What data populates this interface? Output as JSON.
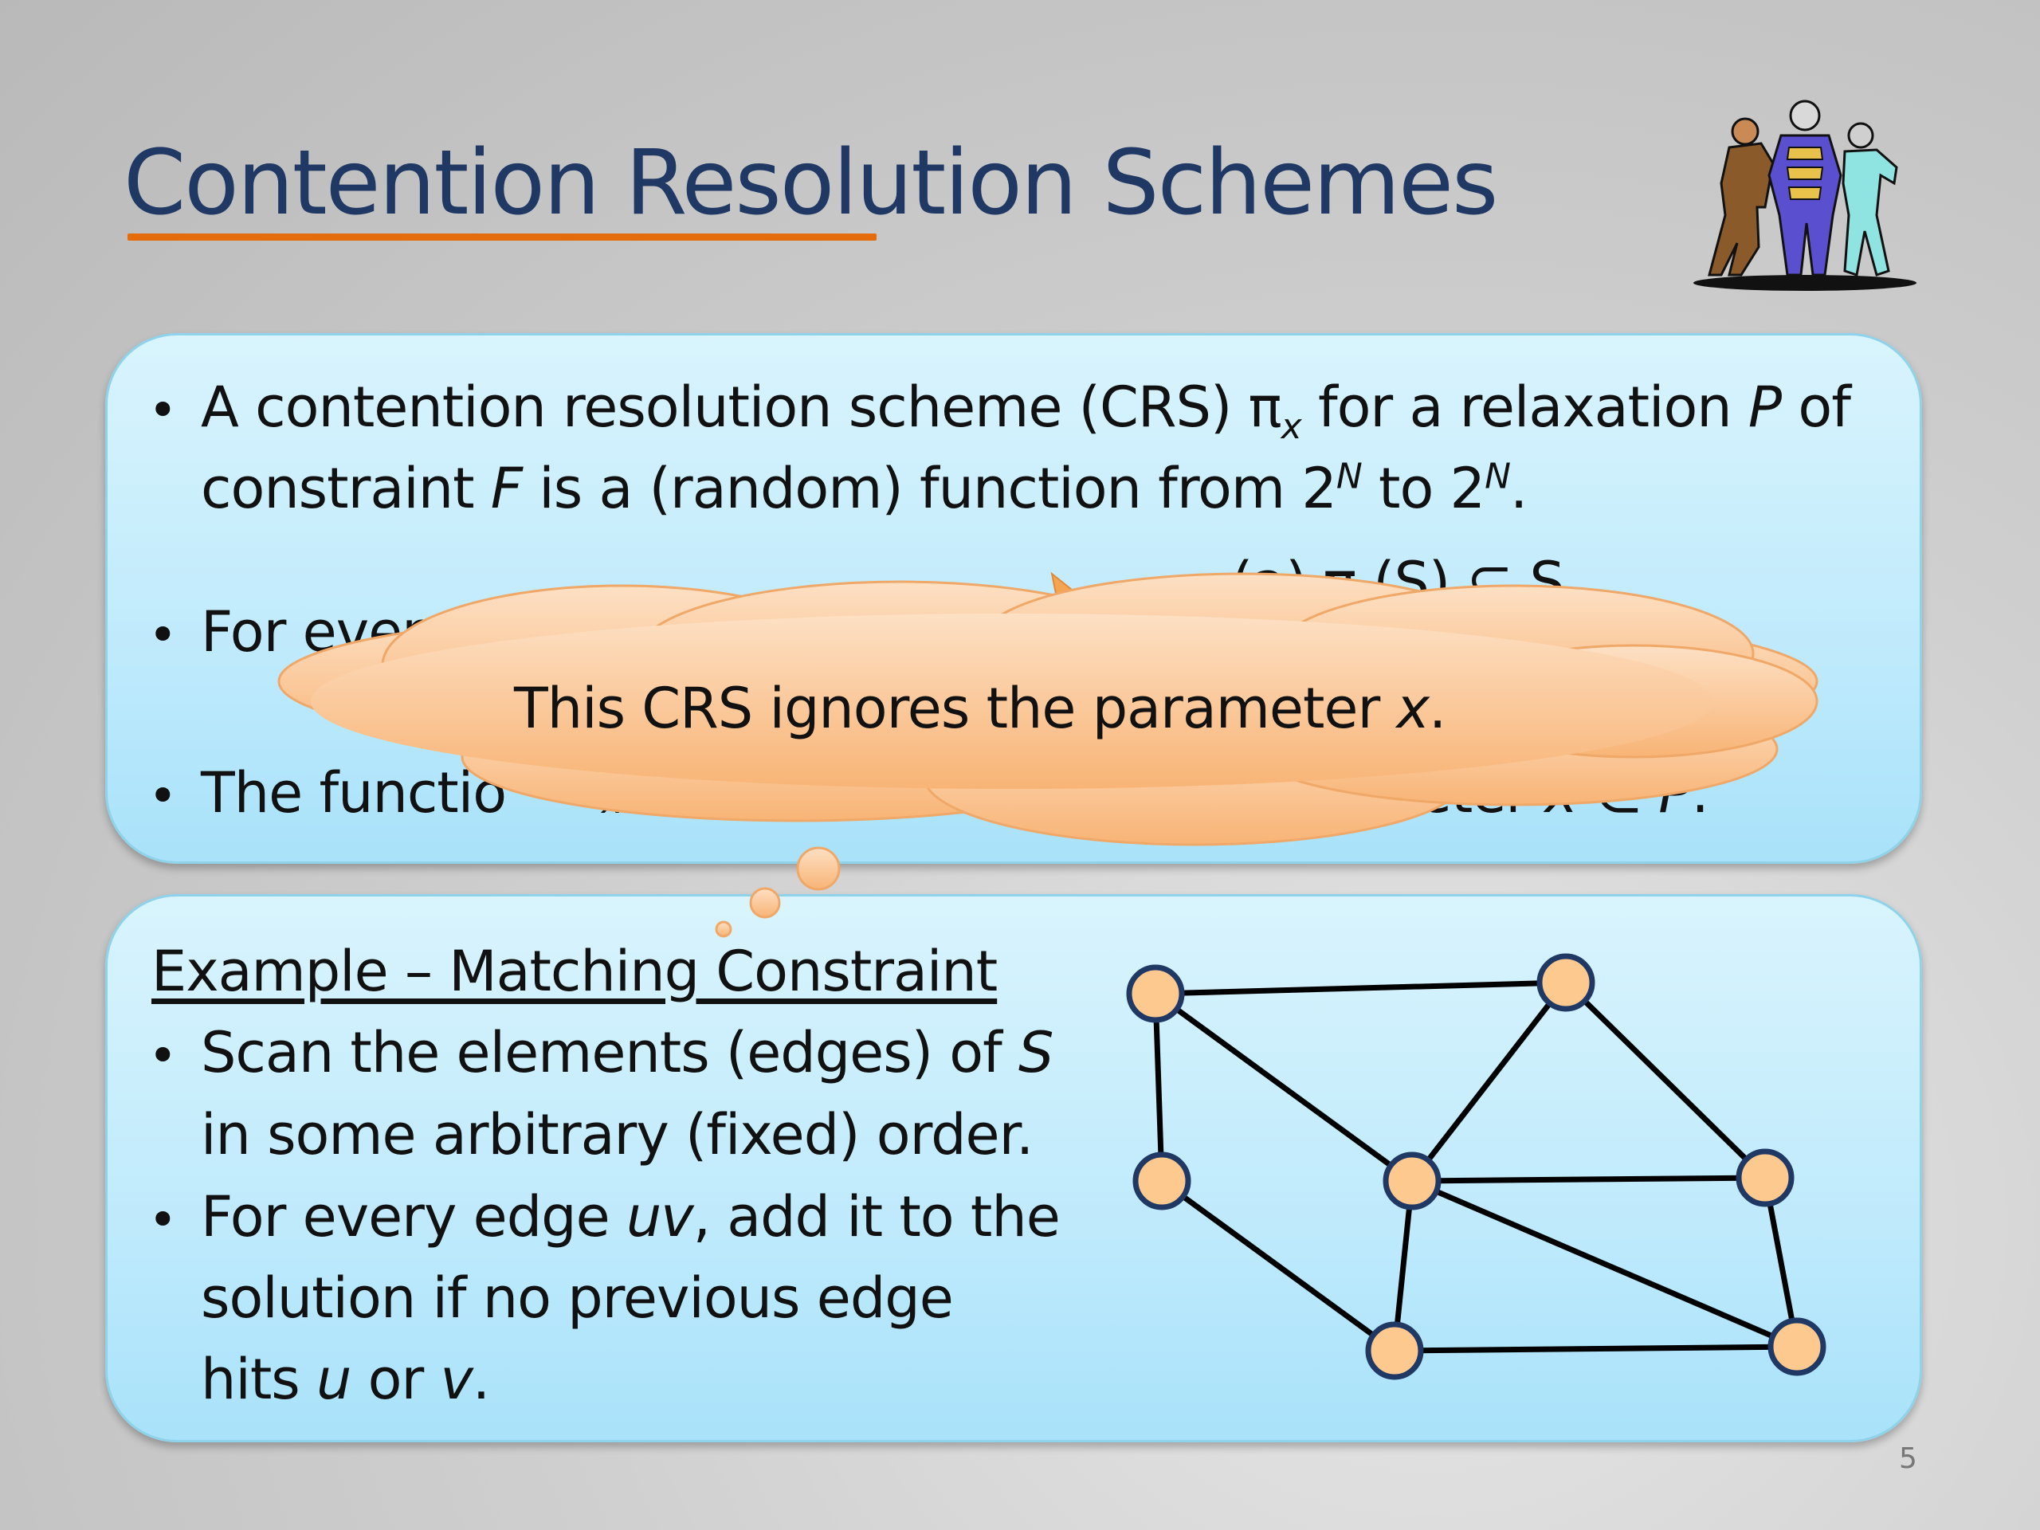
{
  "slide": {
    "title": "Contention Resolution Schemes",
    "page_number": "5"
  },
  "panel1": {
    "b1_l1_a": "A contention resolution scheme (CRS) π",
    "b1_l1_sub": "x",
    "b1_l1_b": " for a relaxation ",
    "b1_l1_p": "P",
    "b1_l1_c": " of",
    "b1_l2_a": "constraint ",
    "b1_l2_f": "F",
    "b1_l2_b": " is a (random) function from 2",
    "b1_l2_sup1": "N",
    "b1_l2_c": " to 2",
    "b1_l2_sup2": "N",
    "b1_l2_d": ".",
    "b2_visible": "For every",
    "b2_partial_right": "(a) π (S) ⊆ S",
    "b3_visible_left": "The functio",
    "b3_visible_sub": "x",
    "b3_visible_right": "arameter ",
    "b3_x": "x",
    "b3_in": " ∈ ",
    "b3_p": "P",
    "b3_end": "."
  },
  "callout": {
    "text_a": "This CRS ignores the parameter ",
    "text_x": "x",
    "text_end": "."
  },
  "panel2": {
    "heading": "Example – Matching Constraint",
    "b1_l1_a": "Scan the elements (edges) of ",
    "b1_l1_s": "S",
    "b1_l2": "in some arbitrary (fixed) order.",
    "b2_l1_a": "For every edge ",
    "b2_l1_uv": "uv",
    "b2_l1_b": ", add it to the",
    "b2_l2": "solution if no previous edge",
    "b2_l3_a": "hits ",
    "b2_l3_u": "u",
    "b2_l3_b": " or ",
    "b2_l3_v": "v",
    "b2_l3_c": "."
  },
  "colors": {
    "title": "#1f3864",
    "underline": "#e46c0a",
    "panel_fill": "#bfeafc",
    "cloud_fill": "#fbc391",
    "node_fill": "#fdc98e",
    "node_stroke": "#1f3864"
  },
  "graph": {
    "nodes": [
      "n1",
      "n2",
      "n3",
      "n4",
      "n5",
      "n6",
      "n7",
      "n8"
    ],
    "edges": [
      [
        "n1",
        "n2"
      ],
      [
        "n1",
        "n3"
      ],
      [
        "n1",
        "n4"
      ],
      [
        "n2",
        "n4"
      ],
      [
        "n2",
        "n5"
      ],
      [
        "n4",
        "n5"
      ],
      [
        "n3",
        "n7"
      ],
      [
        "n4",
        "n7"
      ],
      [
        "n4",
        "n8"
      ],
      [
        "n5",
        "n8"
      ],
      [
        "n7",
        "n8"
      ]
    ]
  }
}
